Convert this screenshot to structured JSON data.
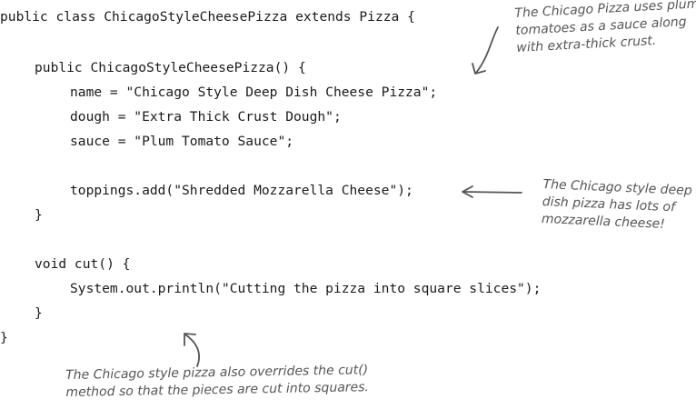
{
  "code": {
    "lines": [
      "public class ChicagoStyleCheesePizza extends Pizza {",
      "public ChicagoStyleCheesePizza() {",
      "name = \"Chicago Style Deep Dish Cheese Pizza\";",
      "dough = \"Extra Thick Crust Dough\";",
      "sauce = \"Plum Tomato Sauce\";",
      "toppings.add(\"Shredded Mozzarella Cheese\");",
      "}",
      "void cut() {",
      "System.out.println(\"Cutting the pizza into square slices\");",
      "}",
      "}"
    ]
  },
  "annotations": {
    "sauce_note": [
      "The Chicago Pizza uses plum",
      "tomatoes as a sauce along",
      "with extra-thick crust."
    ],
    "cheese_note": [
      "The Chicago style deep",
      "dish pizza has lots of",
      "mozzarella cheese!"
    ],
    "cut_note": [
      "The Chicago style pizza also overrides the cut()",
      "method so that the pieces are cut into squares."
    ]
  }
}
